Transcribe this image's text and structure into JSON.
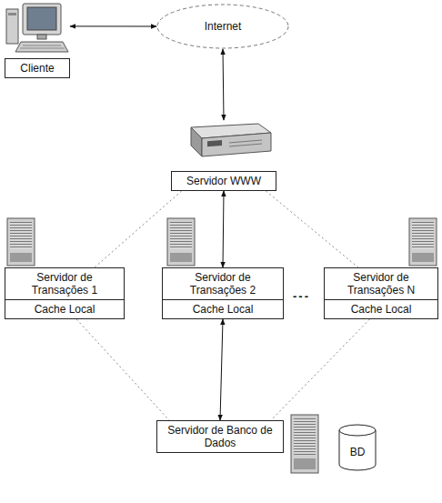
{
  "diagram": {
    "nodes": [
      {
        "text": [
          "Cliente"
        ]
      },
      {
        "text": [
          "Internet"
        ]
      },
      {
        "text": [
          "Servidor WWW"
        ]
      },
      {
        "text": [
          "Servidor de Transações 1",
          "Cache Local"
        ]
      },
      {
        "text": [
          "Servidor de Transações 2",
          "Cache Local"
        ]
      },
      {
        "text": [
          "Servidor de Transações N",
          "Cache Local"
        ]
      },
      {
        "text": [
          "Servidor de Banco de Dados"
        ]
      },
      {
        "text": [
          "BD"
        ]
      }
    ],
    "edges": [
      {
        "from": 0,
        "to": 1,
        "arrow": "both"
      },
      {
        "from": 1,
        "to": 2,
        "arrow": "both"
      },
      {
        "from": 2,
        "to": 3,
        "arrow": "none"
      },
      {
        "from": 2,
        "to": 4,
        "arrow": "both"
      },
      {
        "from": 2,
        "to": 5,
        "arrow": "none"
      },
      {
        "from": 3,
        "to": 6,
        "arrow": "none"
      },
      {
        "from": 4,
        "to": 6,
        "arrow": "both"
      },
      {
        "from": 5,
        "to": 6,
        "arrow": "none"
      }
    ],
    "labels": [
      "---"
    ]
  }
}
